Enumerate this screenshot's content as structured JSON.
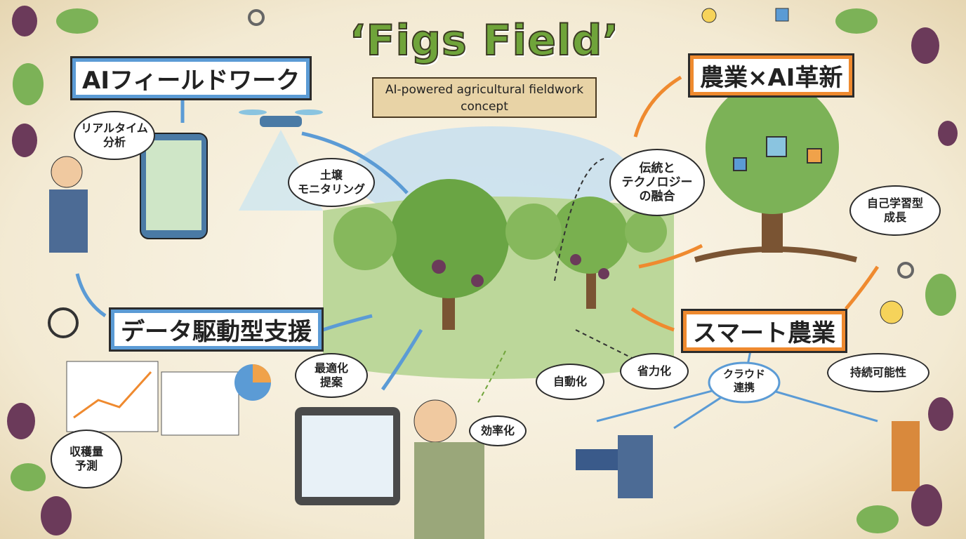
{
  "header": {
    "title": "‘Figs Field’",
    "subtitle": "AI-powered agricultural fieldwork concept"
  },
  "banners": {
    "ai_fieldwork": "AIフィールドワーク",
    "agri_ai_innovation": "農業×AI革新",
    "data_driven_support": "データ駆動型支援",
    "smart_agriculture": "スマート農業"
  },
  "bubbles": {
    "realtime_analysis": "リアルタイム\n分析",
    "soil_monitoring": "土壌\nモニタリング",
    "tradition_tech": "伝統と\nテクノロジー\nの融合",
    "self_learning": "自己学習型\n成長",
    "optimization": "最適化\n提案",
    "efficiency": "効率化",
    "yield_forecast": "収穫量\n予測",
    "automation": "自動化",
    "labor_saving": "省力化",
    "cloud": "クラウド\n連携",
    "sustainability": "持続可能性"
  },
  "colors": {
    "blue": "#5b9bd5",
    "orange": "#ef8a2f",
    "green": "#6fa43a",
    "fig": "#6b3a5a"
  }
}
